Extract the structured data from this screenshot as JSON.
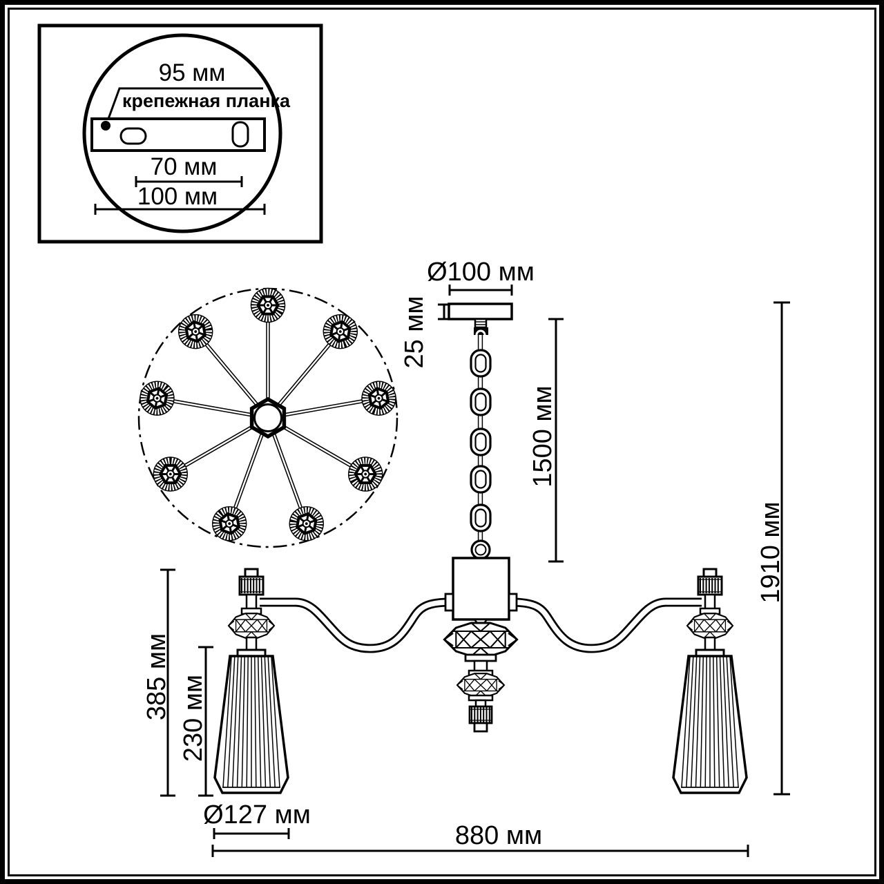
{
  "inset": {
    "hole_spacing_label": "95 мм",
    "plate_label": "крепежная планка",
    "slot_spacing_label": "70 мм",
    "plate_width_label": "100 мм"
  },
  "dimensions": {
    "canopy_diameter": "Ø100 мм",
    "canopy_height": "25 мм",
    "chain_length": "1500 мм",
    "total_height": "1910 мм",
    "arm_height": "385 мм",
    "shade_height": "230 мм",
    "shade_diameter": "Ø127 мм",
    "total_width": "880 мм"
  },
  "top_view": {
    "light_count": 9
  },
  "colors": {
    "line": "#000000",
    "background": "#ffffff"
  }
}
